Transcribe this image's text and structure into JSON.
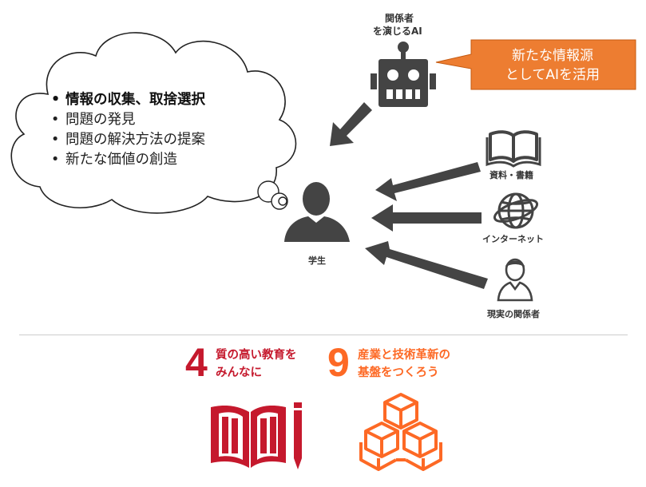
{
  "ai_label": {
    "line1": "関係者",
    "line2": "を演じるAI"
  },
  "callout": {
    "line1": "新たな情報源",
    "line2": "としてAIを活用",
    "color": "#ED7D31"
  },
  "thought": {
    "items": [
      "情報の収集、取捨選択",
      "問題の発見",
      "問題の解決方法の提案",
      "新たな価値の創造"
    ]
  },
  "student_label": "学生",
  "sources": {
    "books": "資料・書籍",
    "internet": "インターネット",
    "people": "現実の関係者"
  },
  "sdg4": {
    "number": "4",
    "line1": "質の高い教育を",
    "line2": "みんなに",
    "color": "#C5192D"
  },
  "sdg9": {
    "number": "9",
    "line1": "産業と技術革新の",
    "line2": "基盤をつくろう",
    "color": "#FD6925"
  },
  "colors": {
    "icon": "#444444",
    "arrow": "#444444",
    "divider": "#cccccc"
  }
}
